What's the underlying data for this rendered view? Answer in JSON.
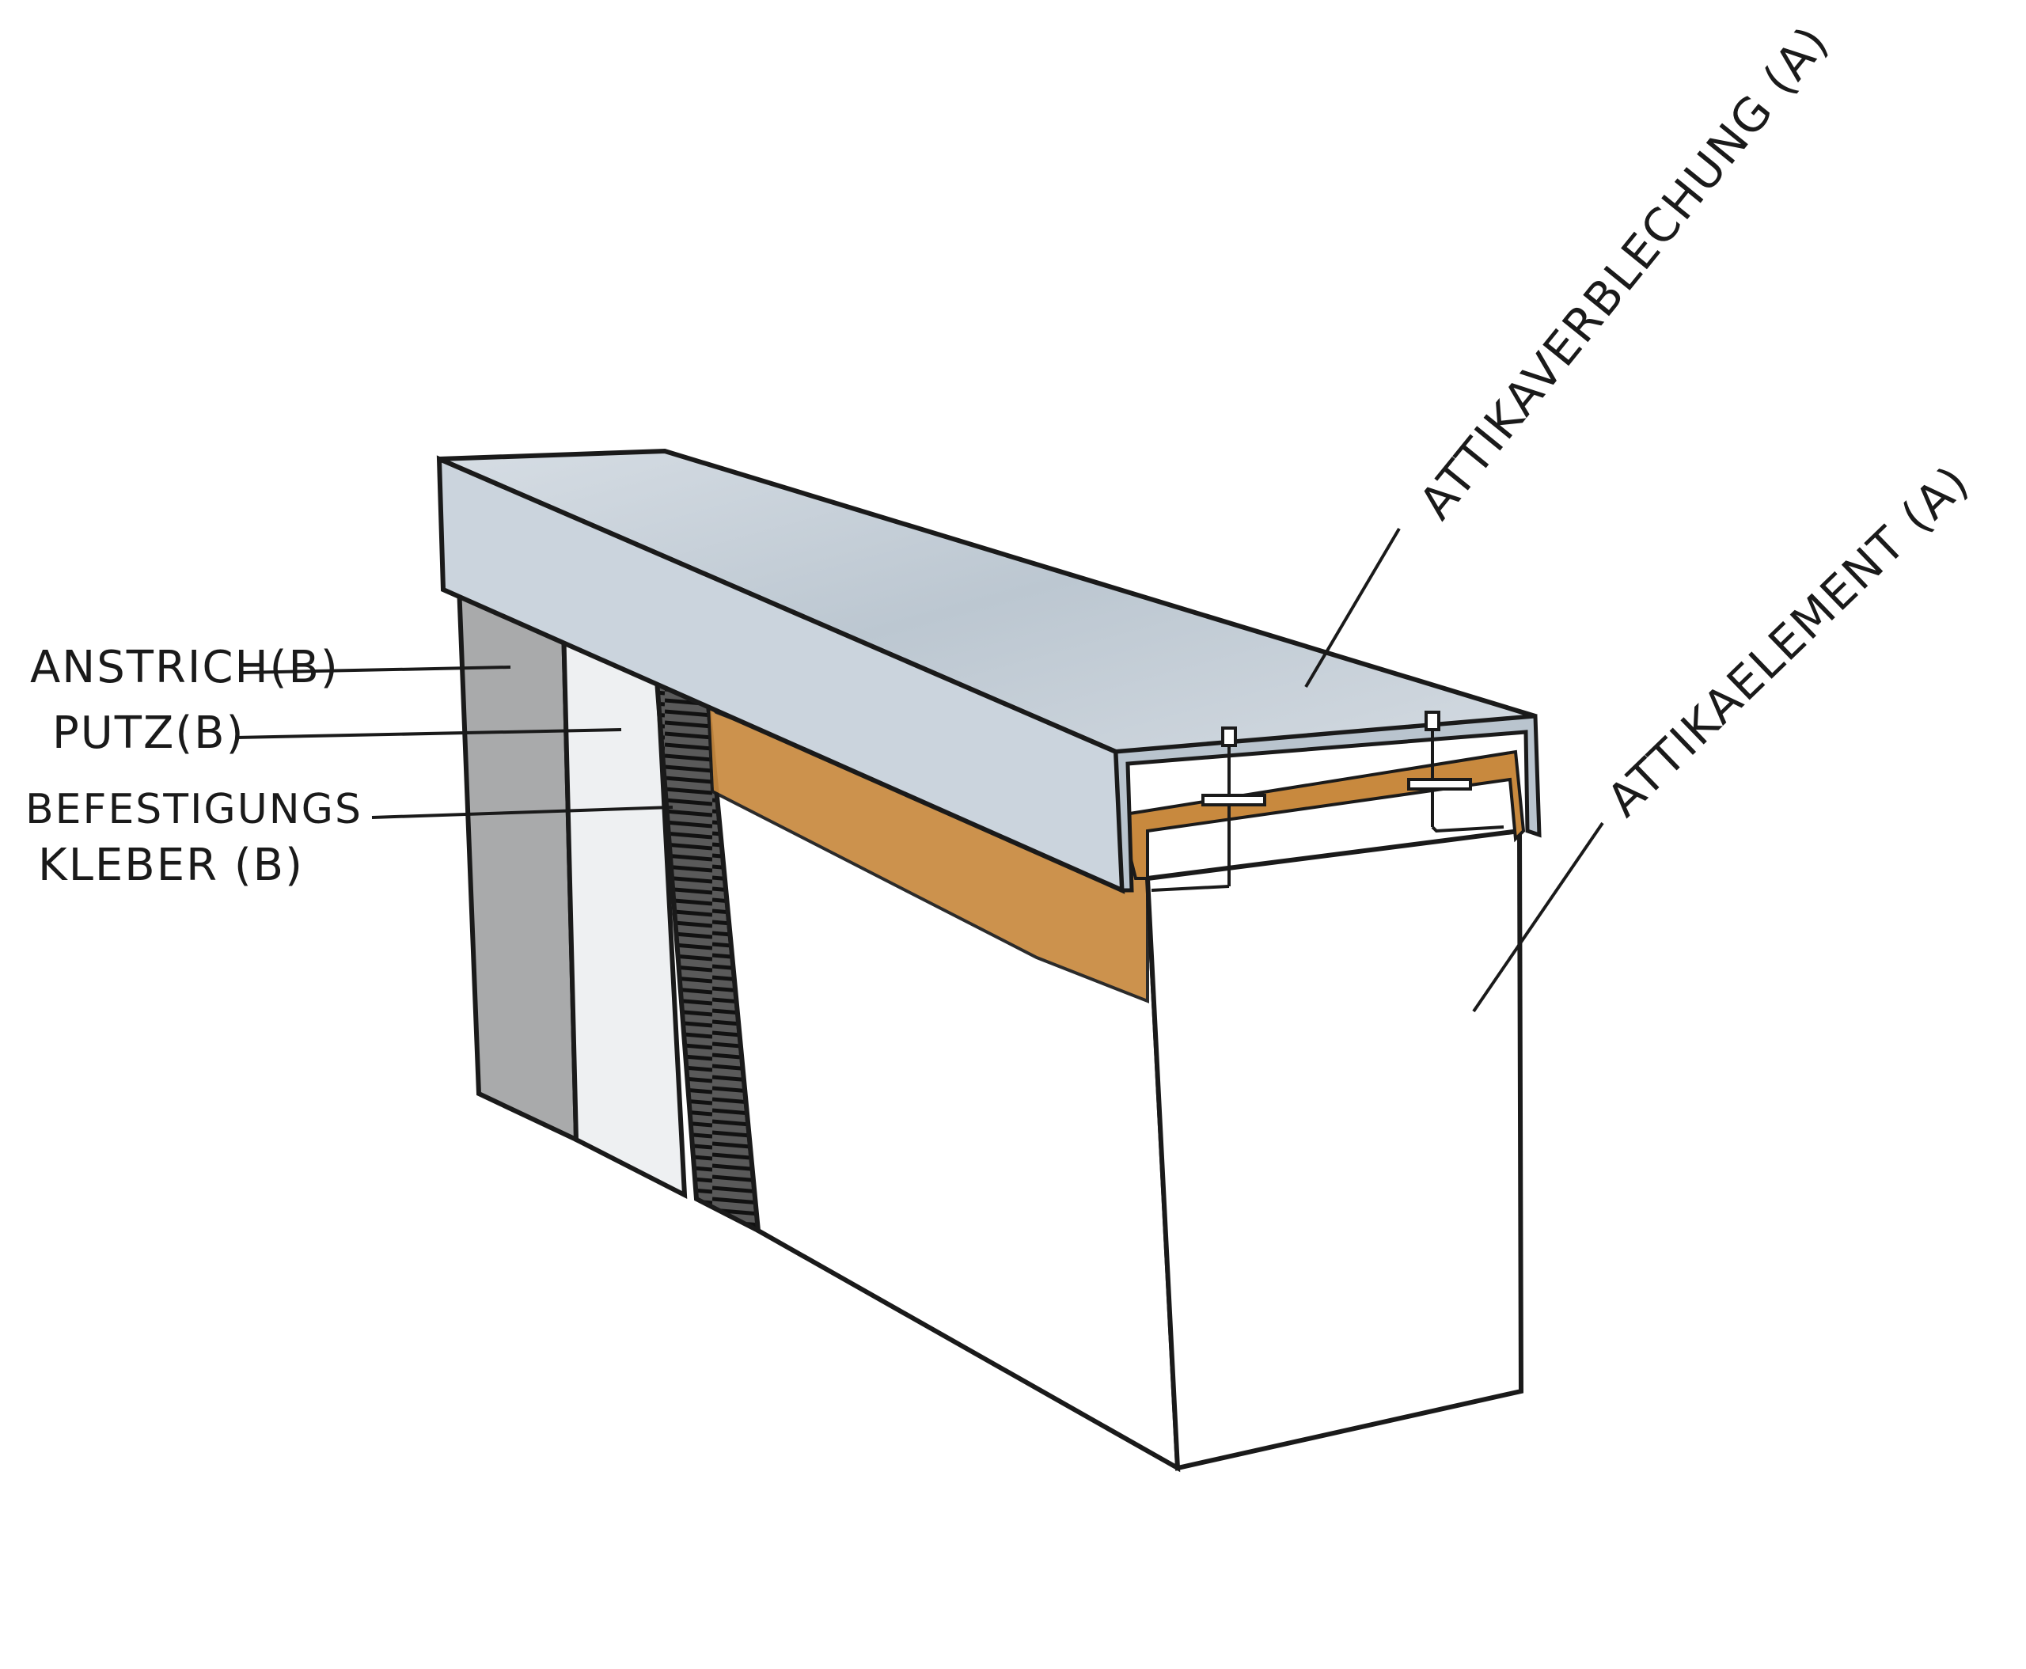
{
  "labels": {
    "anstrich": "ANSTRICH(B)",
    "putz": "PUTZ(B)",
    "befestigung_line1": "BEFESTIGUNGS",
    "befestigung_line2": "KLEBER (B)",
    "attikaverblechung": "ATTIKAVERBLECHUNG (A)",
    "attikaelement": "ATTIKAELEMENT (A)"
  },
  "colors": {
    "stroke": "#1a1a1a",
    "sheet_metal": "#c9d3dc",
    "anstrich": "#a9aaab",
    "putz": "#eef0f2",
    "kleber": "#3a3a3a",
    "wood": "#c8893e",
    "element": "#ffffff"
  }
}
